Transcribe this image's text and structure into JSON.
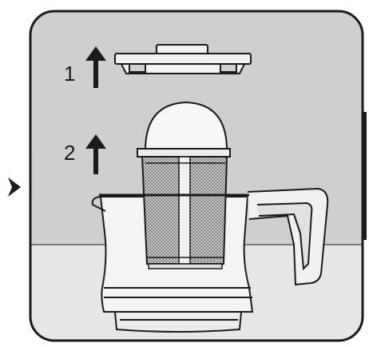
{
  "instructions": {
    "steps": [
      {
        "number": "1",
        "arrow_icon": "arrow-up-icon",
        "part": "lid"
      },
      {
        "number": "2",
        "arrow_icon": "arrow-up-icon",
        "part": "tea-infuser"
      }
    ],
    "pointer_icon": "chevron-right-icon"
  },
  "colors": {
    "panel_top": "#cfcfcf",
    "panel_bottom": "#e6e6e6",
    "line": "#1a1a1a",
    "mesh": "#9a9a9a"
  }
}
